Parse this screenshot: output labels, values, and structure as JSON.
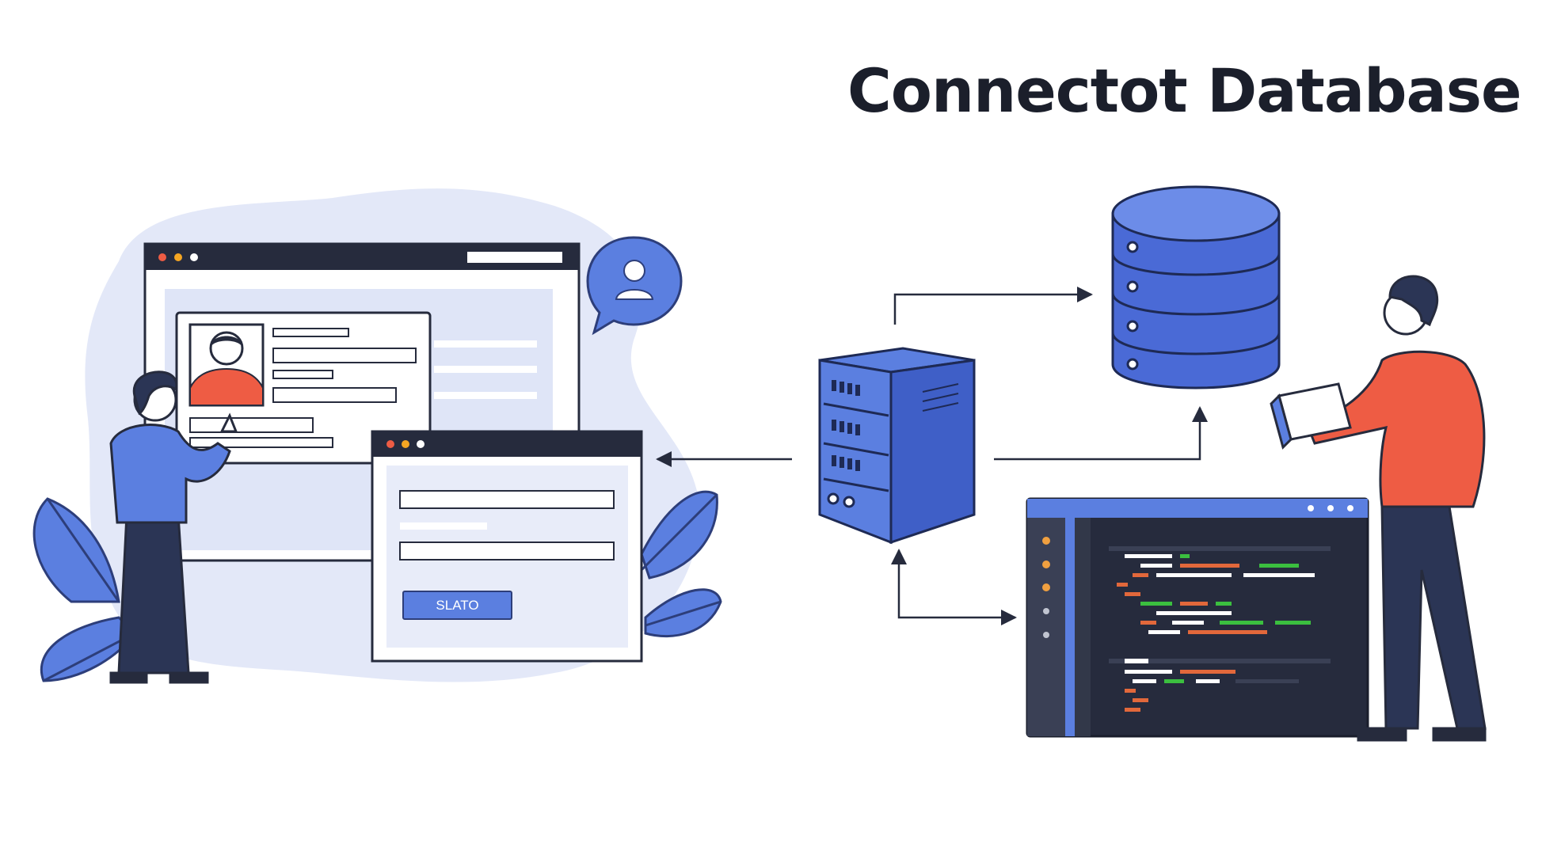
{
  "title": "Connectot Database",
  "form_window": {
    "button_label": "SLATO"
  },
  "colors": {
    "accent_blue": "#5b7fe0",
    "dark_navy": "#262b3d",
    "person_red": "#ee5c44",
    "blob_bg": "#e3e8f8",
    "code_green": "#3bbf3f",
    "code_orange": "#e2683b"
  },
  "icons": [
    "user-avatar-icon",
    "server-tower-icon",
    "database-cylinder-icon",
    "code-editor-window",
    "leaf-plant-icon"
  ]
}
